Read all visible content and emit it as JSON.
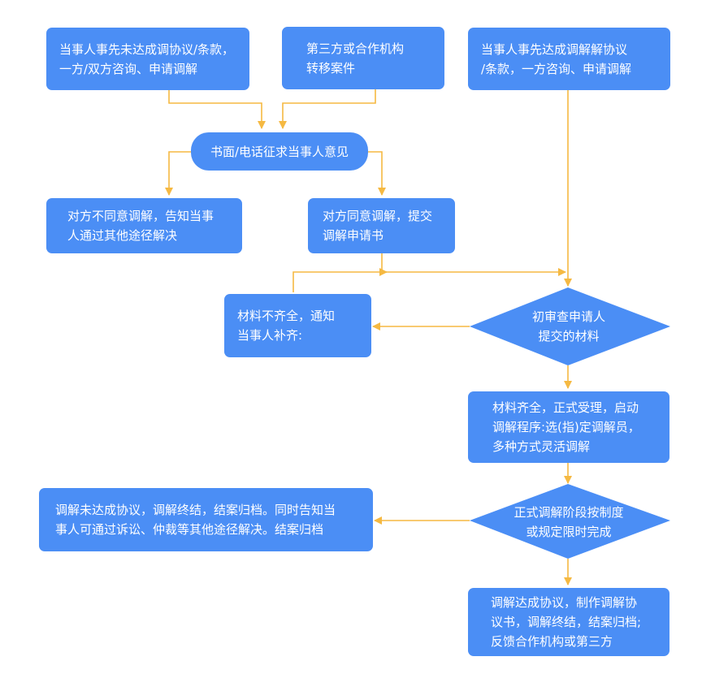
{
  "nodes": {
    "start_unagreed": "当事人事先未达成调协议/条款，\n一方/双方咨询、申请调解",
    "third_party": "第三方或合作机构\n转移案件",
    "start_agreed": "当事人事先达成调解解协议\n/条款，一方咨询、申请调解",
    "solicit": "书面/电话征求当事人意见",
    "disagree": "对方不同意调解，告知当事\n人通过其他途径解决",
    "agree": "对方同意调解，提交\n调解申请书",
    "incomplete": "材料不齐全，通知\n当事人补齐:",
    "review": "初审查申请人\n提交的材料",
    "accept": "材料齐全，正式受理，启动\n调解程序:选(指)定调解员，\n多种方式灵活调解",
    "fail": "调解未达成协议，调解终结，结案归档。同时告知当\n事人可通过诉讼、仲裁等其他途径解决。结案归档",
    "formal": "正式调解阶段按制度\n或规定限时完成",
    "success": "调解达成协议，制作调解协\n议书，调解终结，结案归档;\n反馈合作机构或第三方"
  },
  "colors": {
    "node_fill": "#4b8ef5",
    "node_text": "#ffffff",
    "connector": "#f5b942"
  }
}
